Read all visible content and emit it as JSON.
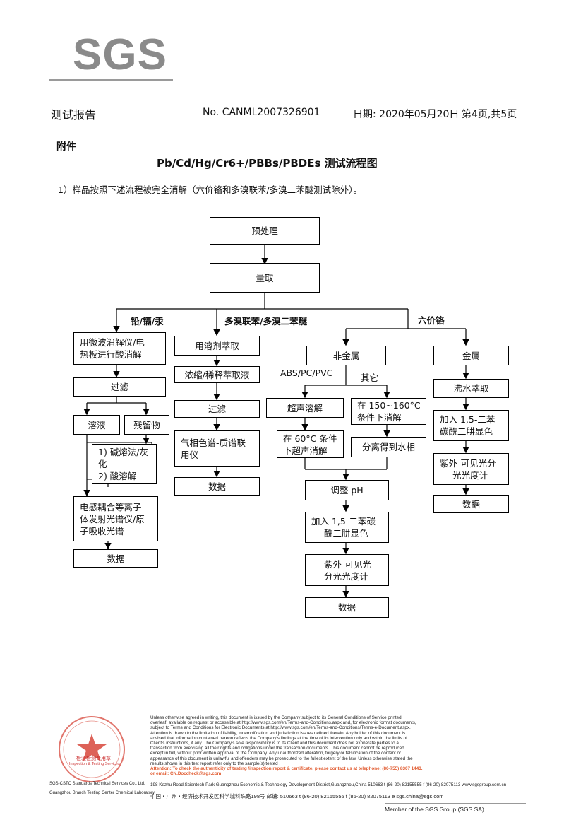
{
  "logo": {
    "text": "SGS"
  },
  "header": {
    "title": "测试报告",
    "report_no": "No. CANML2007326901",
    "date": "日期: 2020年05月20日",
    "page": "第4页,共5页"
  },
  "annex": "附件",
  "flow_title": "Pb/Cd/Hg/Cr6+/PBBs/PBDEs 测试流程图",
  "intro": "1）样品按照下述流程被完全消解（六价铬和多溴联苯/多溴二苯醚测试除外）。",
  "flow": {
    "pretreat": "预处理",
    "measure": "量取",
    "branch_metals": "铅/镉/汞",
    "branch_pbb": "多溴联苯/多溴二苯醚",
    "branch_cr6": "六价铬",
    "m_digest_1": "用微波消解仪/电",
    "m_digest_2": "热板进行酸消解",
    "m_filter": "过滤",
    "m_solution": "溶液",
    "m_residue": "残留物",
    "m_residue_1": "1) 碱熔法/灰化",
    "m_residue_2": "2) 酸溶解",
    "m_icp_1": "电感耦合等离子",
    "m_icp_2": "体发射光谱仪/原",
    "m_icp_3": "子吸收光谱",
    "m_data": "数据",
    "p_extract": "用溶剂萃取",
    "p_concentrate": "浓缩/稀释萃取液",
    "p_filter": "过滤",
    "p_gcms_1": "气相色谱-质谱联",
    "p_gcms_2": "用仪",
    "p_data": "数据",
    "c_nonmetal": "非金属",
    "c_abs": "ABS/PC/PVC",
    "c_other": "其它",
    "c_ultra": "超声溶解",
    "c_heat_1": "在 150~160°C",
    "c_heat_2": "条件下消解",
    "c_ultra60_1": "在 60°C 条件",
    "c_ultra60_2": "下超声消解",
    "c_separate": "分离得到水相",
    "c_ph": "调整 pH",
    "c_dpc_1": "加入 1,5-二苯碳",
    "c_dpc_2": "酰二肼显色",
    "c_uv_1": "紫外-可见光",
    "c_uv_2": "分光光度计",
    "c_data": "数据",
    "c_metal": "金属",
    "c_boil": "沸水萃取",
    "c_mdpc_1": "加入 1,5-二苯",
    "c_mdpc_2": "碳酰二肼显色",
    "c_muv_1": "紫外-可见光分",
    "c_muv_2": "光光度计",
    "c_mdata": "数据"
  },
  "footer": {
    "disclaimer": [
      "Unless otherwise agreed in writing, this document is issued by the Company subject to its General Conditions of Service printed",
      "overleaf, available on request or accessible at http://www.sgs.com/en/Terms-and-Conditions.aspx and, for electronic format documents,",
      "subject to Terms and Conditions for Electronic Documents at http://www.sgs.com/en/Terms-and-Conditions/Terms-e-Document.aspx.",
      "Attention is drawn to the limitation of liability, indemnification and jurisdiction issues defined therein. Any holder of this document is",
      "advised that information contained hereon reflects the Company's findings at the time of its intervention only and within the limits of",
      "Client's instructions, if any. The Company's sole responsibility is to its Client and this document does not exonerate parties to a",
      "transaction from exercising all their rights and obligations under the transaction documents. This document cannot be reproduced",
      "except in full, without prior written approval of the Company. Any unauthorized alteration, forgery or falsification of the content or",
      "appearance of this document is unlawful and offenders may be prosecuted to the fullest extent of the law. Unless otherwise stated the",
      "results shown in this test report refer only to the sample(s) tested ."
    ],
    "attention_1": "Attention: To check the authenticity of testing /inspection report & certificate, please contact us at telephone: (86-755) 8307 1443,",
    "attention_2": "or email: CN.Doccheck@sgs.com",
    "address_en": "198 Kezhu Road,Scientech Park Guangzhou Economic & Technology Development District,Guangzhou,China   510663   t (86-20) 82155555   f (86-20) 82075113   www.sgsgroup.com.cn",
    "address_cn": "中国・广州・经济技术开发区科学城科珠路198号          邮编: 510663   t (86-20) 82155555   f (86-20) 82075113   e sgs.china@sgs.com",
    "company_en_1": "SGS-CSTC Standards Technical Services Co., Ltd.",
    "company_en_2": "Guangzhou Branch Testing Center Chemical Laboratory",
    "member": "Member of the SGS Group (SGS SA)",
    "stamp_text": "检验检测专用章",
    "stamp_sub": "Inspection & Testing Services"
  }
}
